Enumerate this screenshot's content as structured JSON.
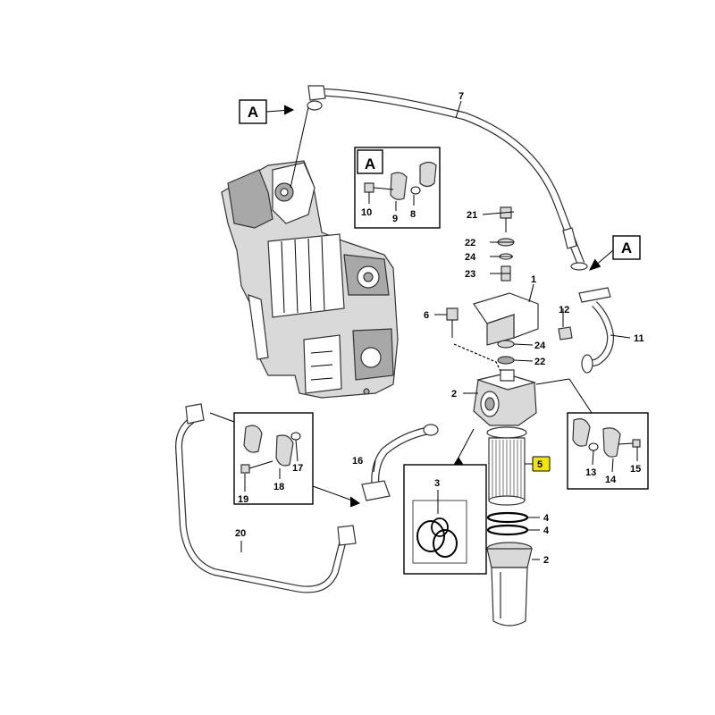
{
  "diagram": {
    "callouts": {
      "c7": "7",
      "c1": "1",
      "c2_head": "2",
      "c2_bowl": "2",
      "c3": "3",
      "c4_a": "4",
      "c4_b": "4",
      "c5": "5",
      "c6": "6",
      "c8": "8",
      "c9": "9",
      "c10": "10",
      "c11": "11",
      "c12": "12",
      "c13": "13",
      "c14": "14",
      "c15": "15",
      "c16": "16",
      "c17": "17",
      "c18": "18",
      "c19": "19",
      "c20": "20",
      "c21": "21",
      "c22_a": "22",
      "c22_b": "22",
      "c23": "23",
      "c24_a": "24",
      "c24_b": "24"
    },
    "view_markers": {
      "top_left": "A",
      "detail_box": "A",
      "right": "A"
    },
    "highlight_color": "#f5e600"
  }
}
